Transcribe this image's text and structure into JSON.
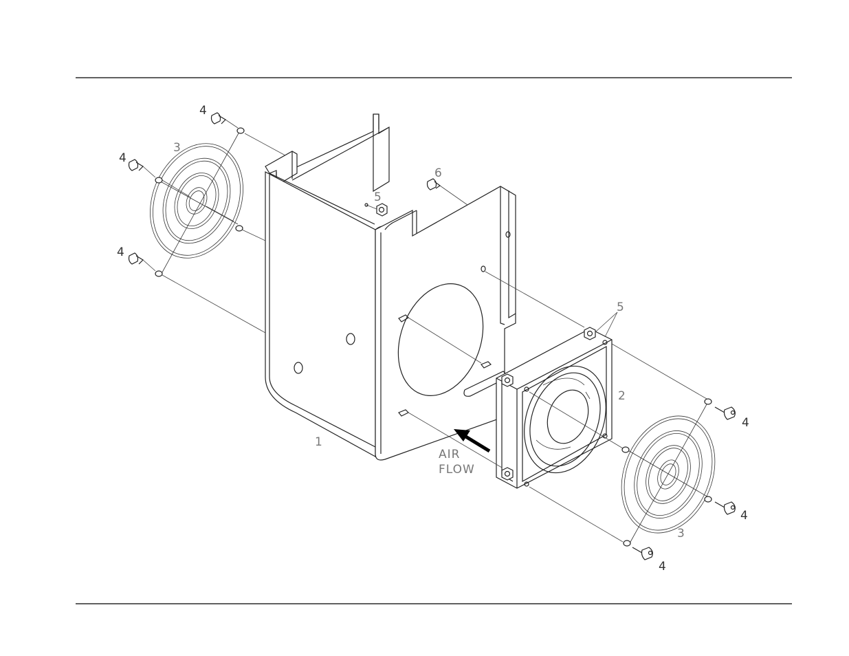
{
  "callouts": {
    "bracket": "1",
    "fan": "2",
    "guard_left": "3",
    "guard_right": "3",
    "screw_left_top": "4",
    "screw_left_mid": "4",
    "screw_left_bottom": "4",
    "screw_right_top": "4",
    "screw_right_mid": "4",
    "screw_right_bottom": "4",
    "nut_bracket": "5",
    "nut_fan": "5",
    "screw_bracket": "6"
  },
  "airflow": {
    "line1": "AIR",
    "line2": "FLOW"
  }
}
